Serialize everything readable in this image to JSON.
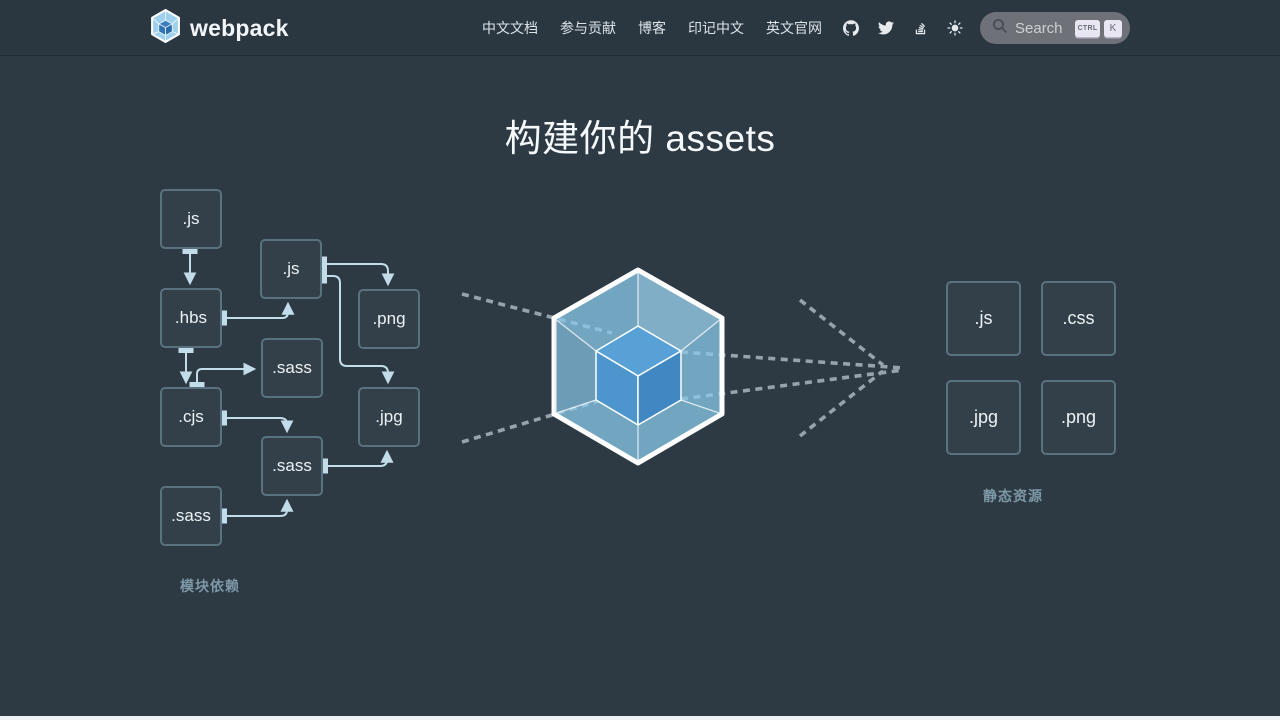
{
  "header": {
    "brand": "webpack",
    "nav": [
      {
        "label": "中文文档"
      },
      {
        "label": "参与贡献"
      },
      {
        "label": "博客"
      },
      {
        "label": "印记中文"
      },
      {
        "label": "英文官网"
      }
    ],
    "icons": [
      "github",
      "twitter",
      "stackoverflow",
      "theme-sun"
    ],
    "search": {
      "placeholder": "Search",
      "keys": [
        "CTRL",
        "K"
      ]
    }
  },
  "hero": {
    "title": "构建你的 assets",
    "modules": {
      "caption": "模块依赖",
      "boxes": [
        ".js",
        ".hbs",
        ".cjs",
        ".sass",
        ".js",
        ".sass",
        ".sass",
        ".png",
        ".jpg"
      ]
    },
    "assets": {
      "caption": "静态资源",
      "boxes": [
        ".js",
        ".css",
        ".jpg",
        ".png"
      ]
    }
  },
  "colors": {
    "header_bg": "#2a3640",
    "hero_bg": "#2d3a43",
    "box_border": "#5a7180",
    "arrow": "#c2dcea",
    "dashed_line": "#96a3aa",
    "caption": "#7d98a7",
    "cube_outer": "#8ccaec",
    "cube_inner": "#4c95cd",
    "accent_blue": "#8ed6fb"
  }
}
